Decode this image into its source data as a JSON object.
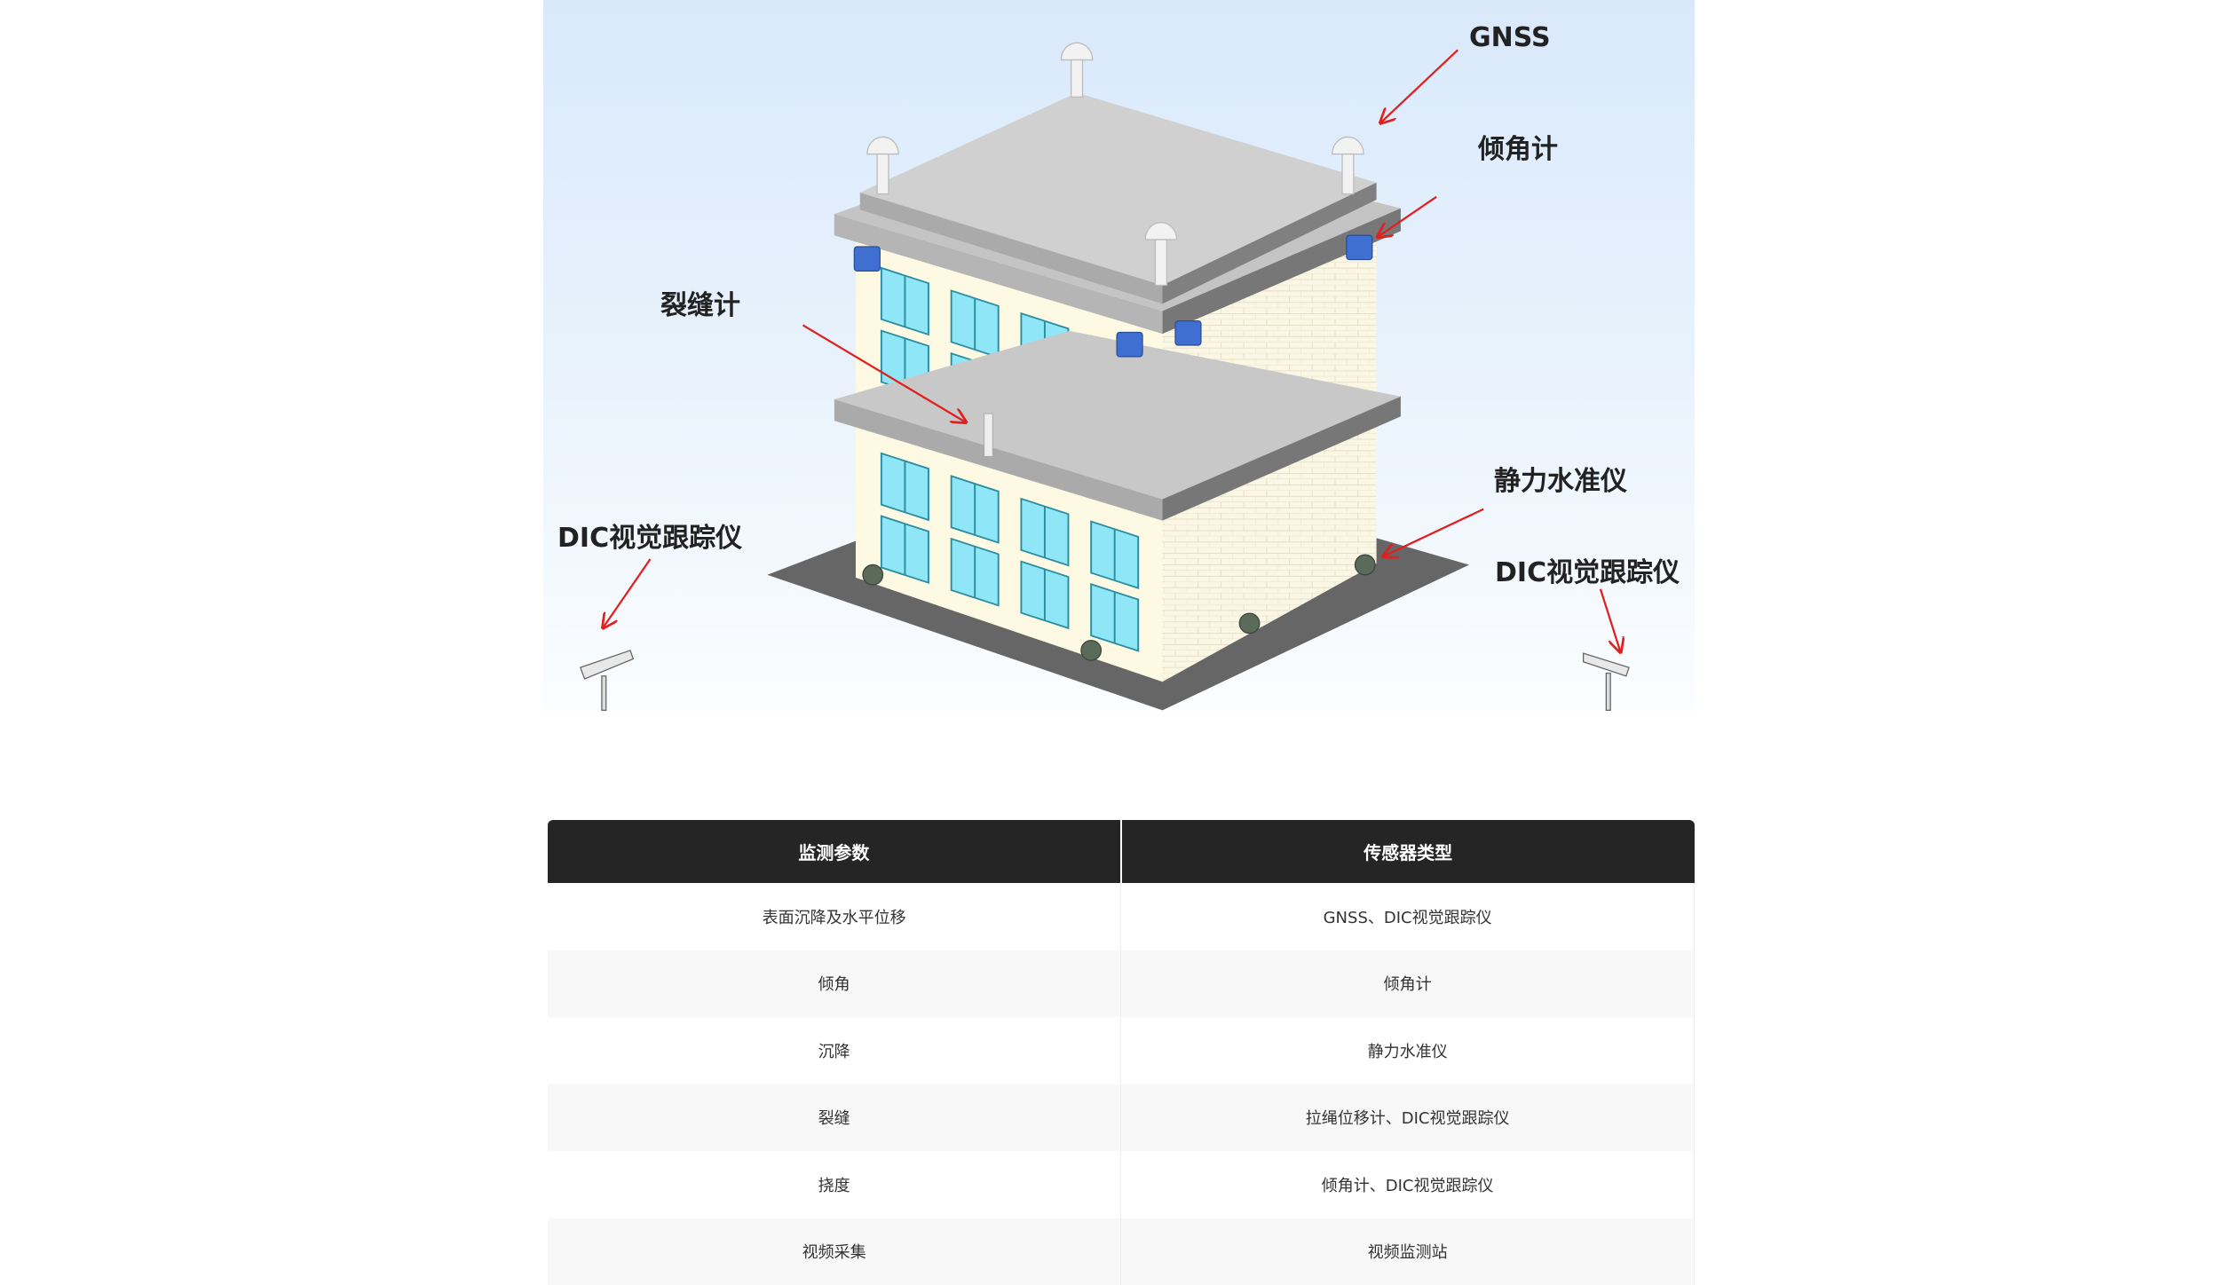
{
  "diagram": {
    "labels": {
      "gnss": "GNSS",
      "tilt": "倾角计",
      "crack": "裂缝计",
      "level": "静力水准仪",
      "dic_left": "DIC视觉跟踪仪",
      "dic_right": "DIC视觉跟踪仪"
    },
    "colors": {
      "arrow": "#e02020",
      "wall": "#fdf9e3",
      "window": "#8fe6f6",
      "roof": "#cfcfcf",
      "tilt_sensor": "#3f6fd0",
      "level_sensor": "#5a6b5a"
    }
  },
  "table": {
    "headers": [
      "监测参数",
      "传感器类型"
    ],
    "rows": [
      [
        "表面沉降及水平位移",
        "GNSS、DIC视觉跟踪仪"
      ],
      [
        "倾角",
        "倾角计"
      ],
      [
        "沉降",
        "静力水准仪"
      ],
      [
        "裂缝",
        "拉绳位移计、DIC视觉跟踪仪"
      ],
      [
        "挠度",
        "倾角计、DIC视觉跟踪仪"
      ],
      [
        "视频采集",
        "视频监测站"
      ]
    ]
  }
}
